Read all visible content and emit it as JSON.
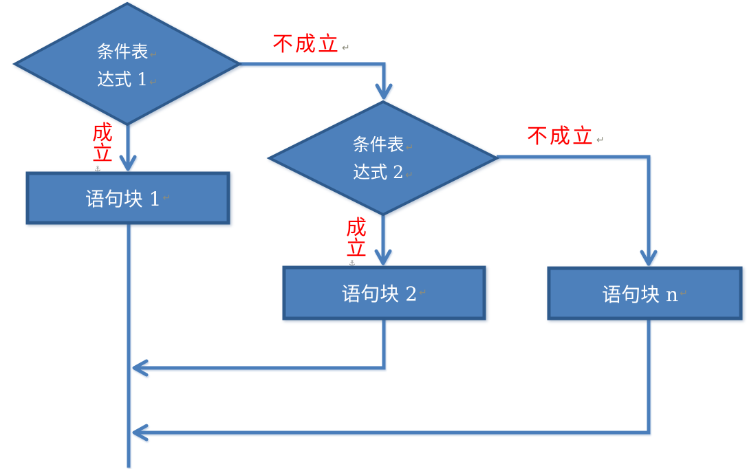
{
  "diagram_type": "flowchart-if-elif-else",
  "colors": {
    "shape_fill": "#4d80bb",
    "shape_border": "#2e5a8c",
    "connector": "#4a7ebb",
    "edge_label_red": "#fe0000",
    "shape_text": "#ffffff",
    "formatting_mark_gray": "#8c8c7c",
    "background": "#ffffff"
  },
  "marks": {
    "paragraph_return": "↵",
    "object_anchor": "⚓"
  },
  "diamonds": [
    {
      "name": "condition-expression-1",
      "line1": "条件表",
      "line2": "达式 1"
    },
    {
      "name": "condition-expression-2",
      "line1": "条件表",
      "line2": "达式 2"
    }
  ],
  "blocks": [
    {
      "name": "statement-block-1",
      "label": "语句块 1"
    },
    {
      "name": "statement-block-2",
      "label": "语句块 2"
    },
    {
      "name": "statement-block-n",
      "label": "语句块 n"
    }
  ],
  "edge_labels": [
    {
      "name": "false-branch-of-condition-1",
      "text": "不成立"
    },
    {
      "name": "true-branch-of-condition-1",
      "line1": "成",
      "line2": "立"
    },
    {
      "name": "false-branch-of-condition-2",
      "text": "不成立"
    },
    {
      "name": "true-branch-of-condition-2",
      "line1": "成",
      "line2": "立"
    }
  ]
}
